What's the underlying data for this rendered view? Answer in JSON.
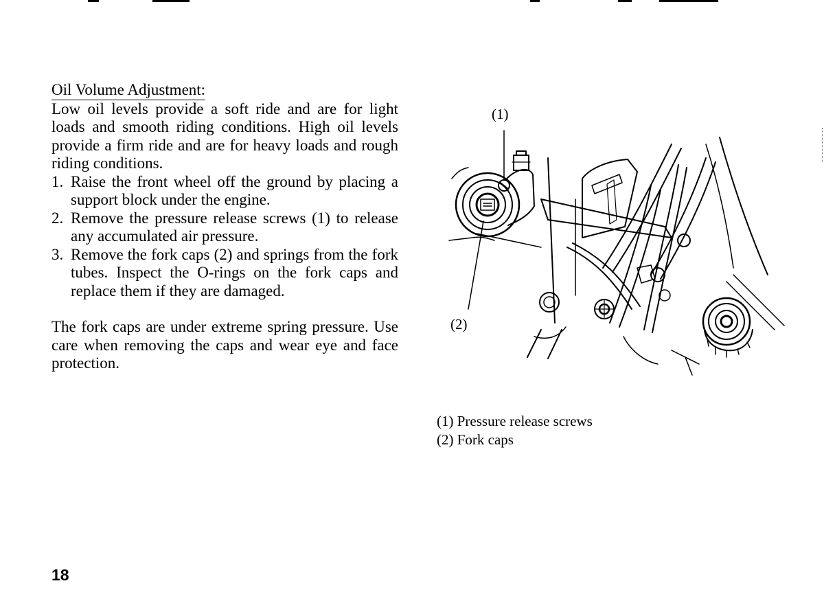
{
  "section": {
    "heading": "Oil Volume Adjustment:",
    "intro": "Low oil levels provide a soft ride and are for light loads and smooth riding conditions. High oil levels provide a firm ride and are for heavy loads and rough riding conditions.",
    "steps": [
      {
        "num": "1.",
        "text": "Raise the front wheel off the ground by placing a support block under the engine."
      },
      {
        "num": "2.",
        "text": "Remove the pressure release screws (1) to release any accumulated air pressure."
      },
      {
        "num": "3.",
        "text": "Remove the fork caps (2) and springs from the fork tubes. Inspect the O-rings on the fork caps and replace them if they are damaged."
      }
    ],
    "warning": "The fork caps are under extreme spring pressure. Use care when removing the caps and wear eye and face protection."
  },
  "figure": {
    "callouts": [
      "(1)",
      "(2)"
    ]
  },
  "legend": [
    "(1) Pressure release screws",
    "(2) Fork caps"
  ],
  "page_number": "18"
}
